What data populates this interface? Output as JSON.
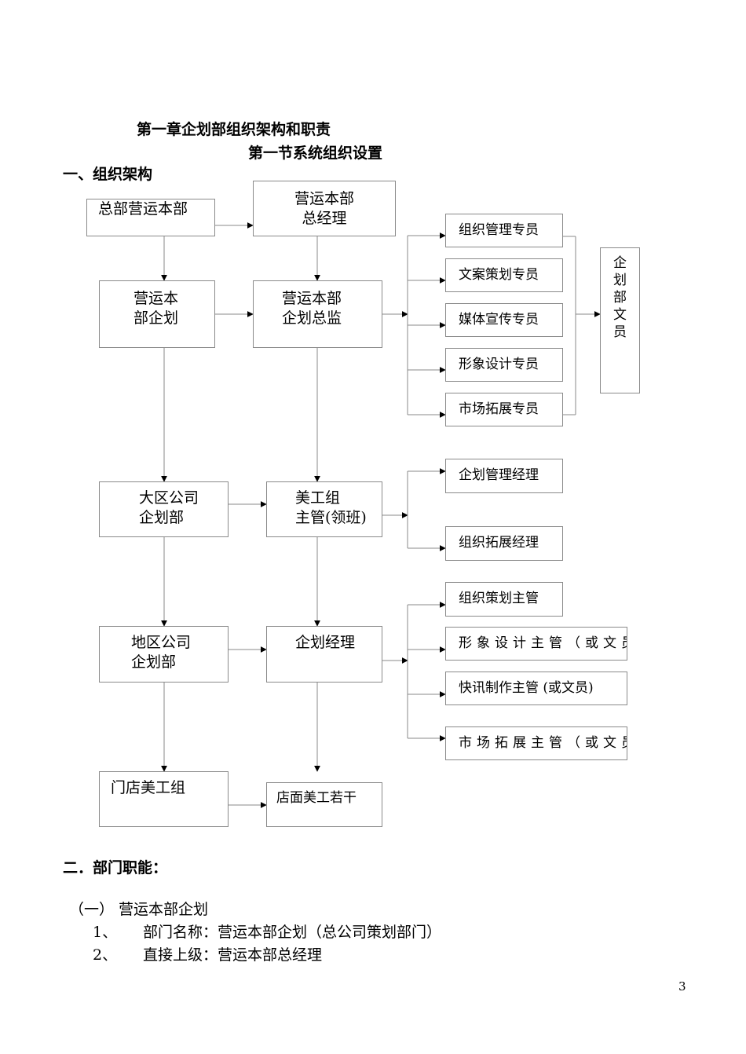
{
  "chapter_title": "第一章企划部组织架构和职责",
  "section_title": "第一节系统组织设置",
  "part1_heading": "一、组织架构",
  "org_chart": {
    "hq_ops": "总部营运本部",
    "ops_gm": "营运本部\n总经理",
    "ops_planning": "营运本\n部企划",
    "ops_planning_director": "营运本部\n企划总监",
    "specialists": [
      "组织管理专员",
      "文案策划专员",
      "媒体宣传专员",
      "形象设计专员",
      "市场拓展专员"
    ],
    "planning_clerk": "企\n划\n部\n文\n员",
    "region_company": "大区公司\n企划部",
    "art_lead": "美工组\n主管(领班)",
    "region_managers": [
      "企划管理经理",
      "组织拓展经理"
    ],
    "district_company": "地区公司\n企划部",
    "planning_manager": "企划经理",
    "district_supervisors": [
      "组织策划主管",
      "形象设计主管（或文员）",
      "快讯制作主管 (或文员)",
      "市场拓展主管（或文员）"
    ],
    "store_art_group": "门店美工组",
    "store_artists": "店面美工若干"
  },
  "part2_heading": "二．部门职能：",
  "sub_heading": "（一）  营运本部企划",
  "items": [
    {
      "num": "1、",
      "text": "部门名称：营运本部企划（总公司策划部门）"
    },
    {
      "num": "2、",
      "text": "直接上级：营运本部总经理"
    }
  ],
  "page_number": "3"
}
